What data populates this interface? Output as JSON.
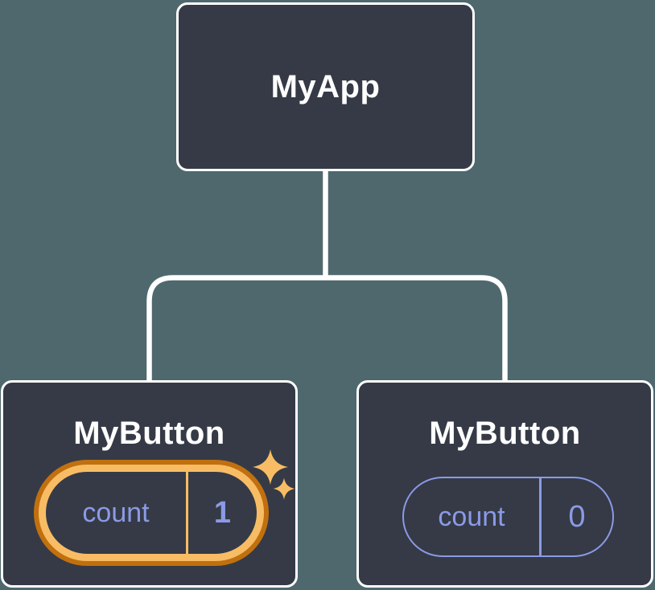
{
  "diagram_title": "component-state-tree",
  "colors": {
    "background": "#4e686e",
    "node_fill": "#353a46",
    "node_border": "#ffffff",
    "connector": "#ffffff",
    "accent_purple": "#8b9ae6",
    "highlight_orange_dark": "#c1700f",
    "highlight_orange_light": "#f8bd64"
  },
  "tree": {
    "root": {
      "label": "MyApp"
    },
    "children": [
      {
        "label": "MyButton",
        "highlighted": true,
        "state": {
          "name": "count",
          "value": "1"
        }
      },
      {
        "label": "MyButton",
        "highlighted": false,
        "state": {
          "name": "count",
          "value": "0"
        }
      }
    ]
  }
}
